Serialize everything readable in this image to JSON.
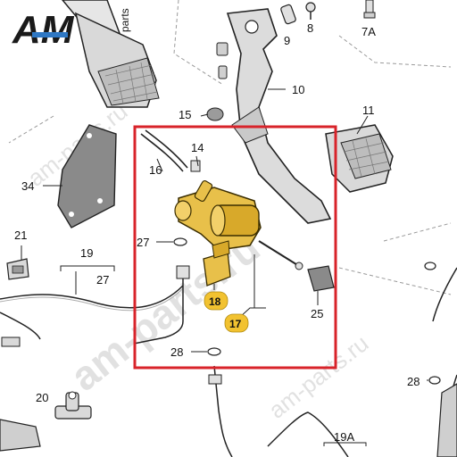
{
  "logo": {
    "main": "AM",
    "sub": "parts"
  },
  "watermarks": [
    "am-parts.ru",
    "am-parts.ru",
    "am-parts.ru"
  ],
  "highlight_color": "#d8232a",
  "badge_color": "#f2c230",
  "callouts": {
    "c7a": "7A",
    "c8": "8",
    "c9": "9",
    "c10": "10",
    "c11": "11",
    "c14": "14",
    "c15": "15",
    "c16": "16",
    "c17": "17",
    "c18": "18",
    "c19": "19",
    "c19a": "19A",
    "c20": "20",
    "c21": "21",
    "c25": "25",
    "c27a": "27",
    "c27b": "27",
    "c28a": "28",
    "c28b": "28",
    "c34": "34"
  }
}
